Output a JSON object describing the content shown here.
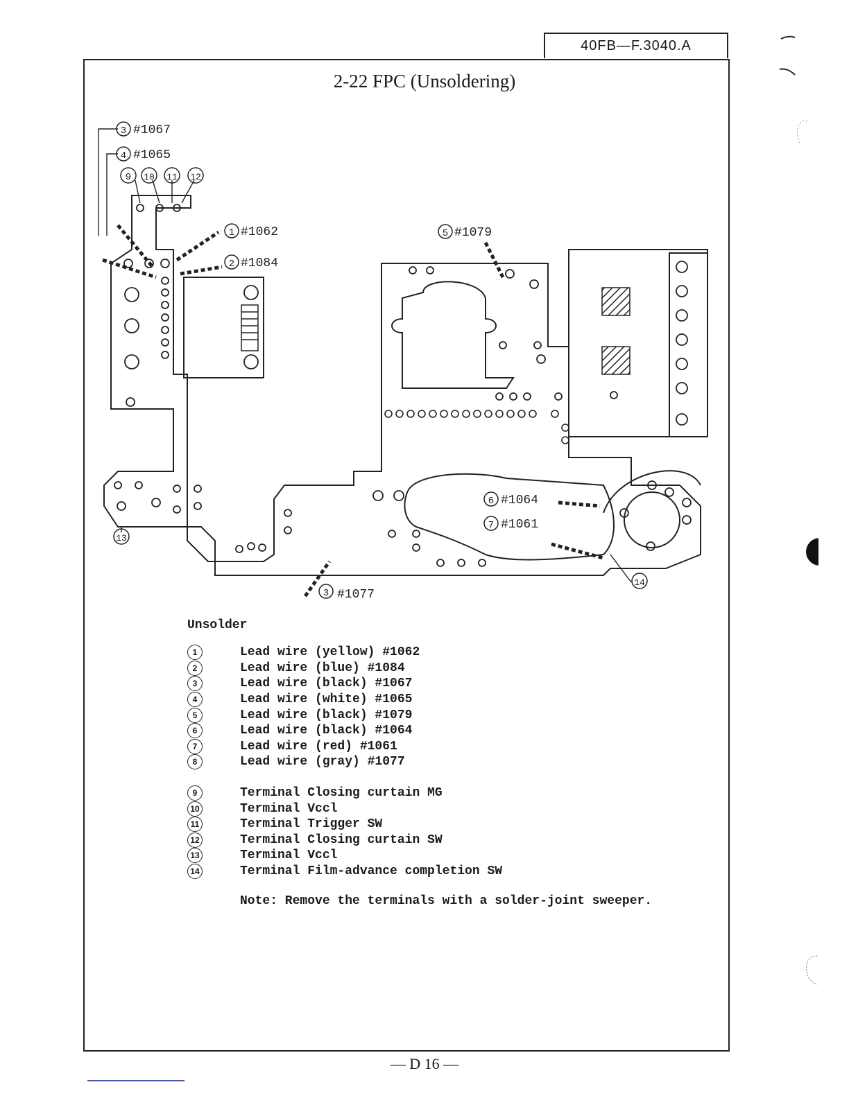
{
  "header": {
    "doc_code": "40FB—F.3040.A"
  },
  "title": "2-22  FPC (Unsoldering)",
  "diagram": {
    "callouts": [
      {
        "num": "3",
        "ref": "#1067"
      },
      {
        "num": "4",
        "ref": "#1065"
      },
      {
        "num": "9",
        "ref": ""
      },
      {
        "num": "10",
        "ref": ""
      },
      {
        "num": "11",
        "ref": ""
      },
      {
        "num": "12",
        "ref": ""
      },
      {
        "num": "1",
        "ref": "#1062"
      },
      {
        "num": "2",
        "ref": "#1084"
      },
      {
        "num": "5",
        "ref": "#1079"
      },
      {
        "num": "6",
        "ref": "#1064"
      },
      {
        "num": "7",
        "ref": "#1061"
      },
      {
        "num": "13",
        "ref": ""
      },
      {
        "num": "3",
        "ref": "#1077"
      },
      {
        "num": "14",
        "ref": ""
      }
    ]
  },
  "legend": {
    "heading": "Unsolder",
    "lead_wires": [
      {
        "num": "1",
        "text": "Lead wire (yellow) #1062"
      },
      {
        "num": "2",
        "text": "Lead wire (blue) #1084"
      },
      {
        "num": "3",
        "text": "Lead wire (black) #1067"
      },
      {
        "num": "4",
        "text": "Lead wire (white) #1065"
      },
      {
        "num": "5",
        "text": "Lead wire (black) #1079"
      },
      {
        "num": "6",
        "text": "Lead wire (black) #1064"
      },
      {
        "num": "7",
        "text": "Lead wire (red) #1061"
      },
      {
        "num": "8",
        "text": "Lead wire (gray) #1077"
      }
    ],
    "terminals": [
      {
        "num": "9",
        "text": "Terminal Closing curtain MG"
      },
      {
        "num": "10",
        "text": "Terminal Vccl"
      },
      {
        "num": "11",
        "text": "Terminal Trigger SW"
      },
      {
        "num": "12",
        "text": "Terminal Closing curtain SW"
      },
      {
        "num": "13",
        "text": "Terminal Vccl"
      },
      {
        "num": "14",
        "text": "Terminal Film-advance completion SW"
      }
    ],
    "note": "Note: Remove the terminals with a solder-joint sweeper."
  },
  "footer": {
    "page": "— D 16 —"
  }
}
